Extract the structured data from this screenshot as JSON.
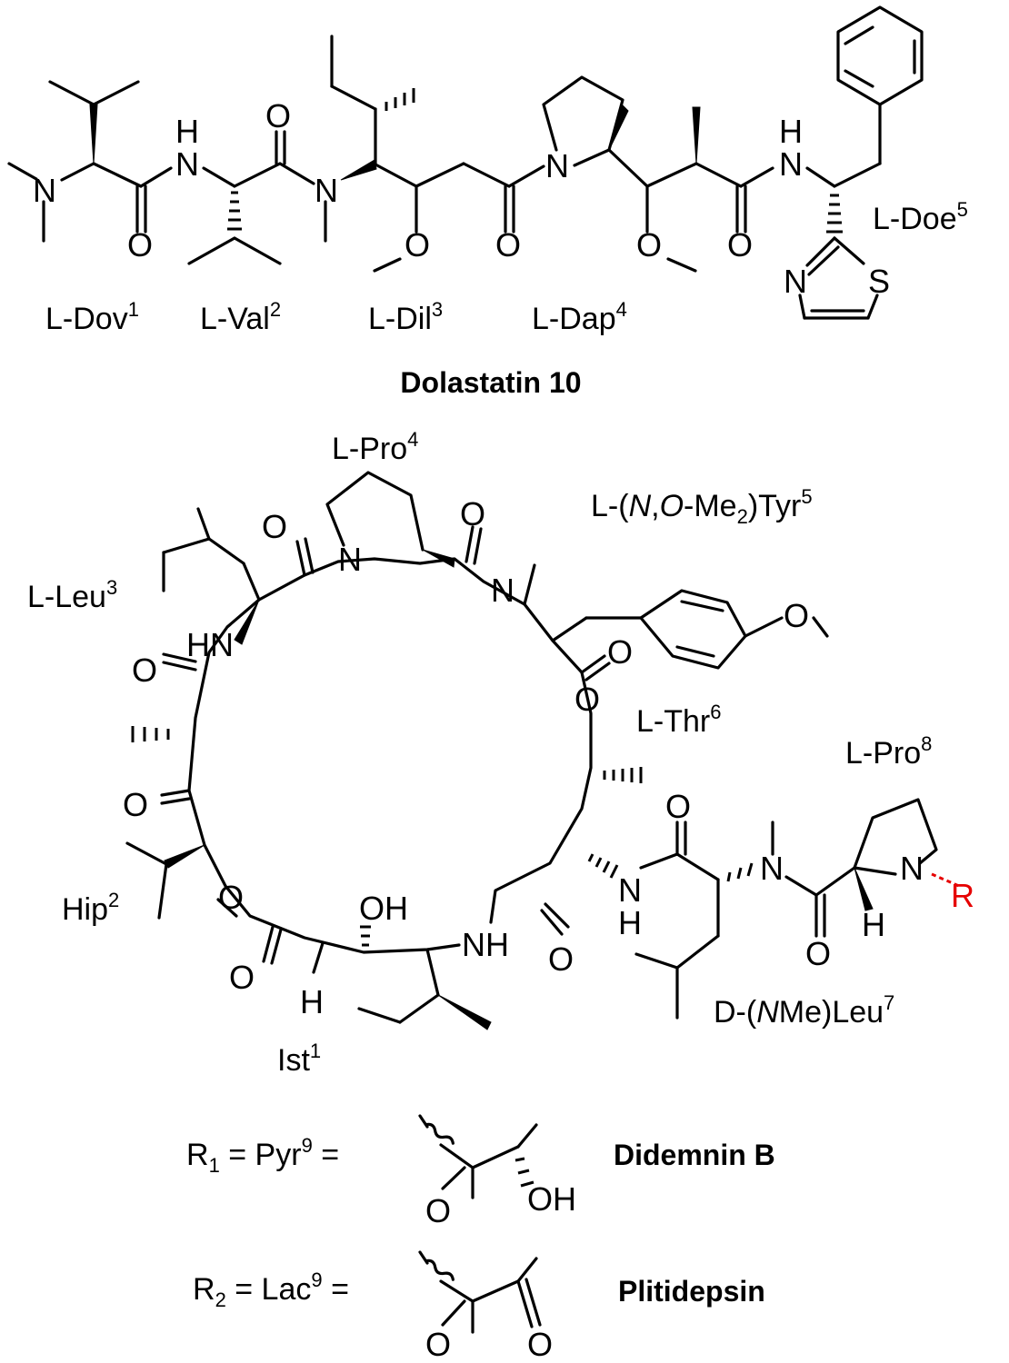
{
  "dolastatin": {
    "compound_name": "Dolastatin 10",
    "residues": {
      "dov": {
        "name": "L-Dov",
        "sup": "1"
      },
      "val": {
        "name": "L-Val",
        "sup": "2"
      },
      "dil": {
        "name": "L-Dil",
        "sup": "3"
      },
      "dap": {
        "name": "L-Dap",
        "sup": "4"
      },
      "doe": {
        "name": "L-Doe",
        "sup": "5"
      }
    }
  },
  "didemnin_core": {
    "residues": {
      "ist": {
        "name": "Ist",
        "sup": "1"
      },
      "hip": {
        "name": "Hip",
        "sup": "2"
      },
      "leu": {
        "name": "L-Leu",
        "sup": "3"
      },
      "pro4": {
        "name": "L-Pro",
        "sup": "4"
      },
      "tyr": {
        "pre": "L-(",
        "n": "N",
        "comma": ",",
        "o": "O",
        "me": "-Me",
        "sub": "2",
        "close": ")Tyr",
        "sup": "5"
      },
      "thr": {
        "name": "L-Thr",
        "sup": "6"
      },
      "nmeleu": {
        "pre": "D-(",
        "n": "N",
        "rest": "Me)Leu",
        "sup": "7"
      },
      "pro8": {
        "name": "L-Pro",
        "sup": "8"
      }
    },
    "r_group": "R"
  },
  "substituents": [
    {
      "r": "R",
      "r_sub": "1",
      "eq": " = Pyr",
      "sup": "9",
      "tail": " =",
      "compound": "Didemnin B"
    },
    {
      "r": "R",
      "r_sub": "2",
      "eq": " = Lac",
      "sup": "9",
      "tail": " =",
      "compound": "Plitidepsin"
    }
  ],
  "atoms": {
    "N": "N",
    "O": "O",
    "S": "S",
    "H": "H",
    "NH": "NH",
    "HN": "HN",
    "OH": "OH"
  }
}
